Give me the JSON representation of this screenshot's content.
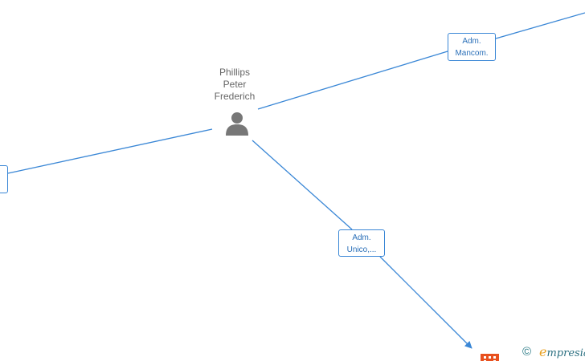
{
  "person": {
    "name_lines": [
      "Phillips",
      "Peter",
      "Frederich"
    ],
    "icon": "person-icon"
  },
  "relations": {
    "mancom": {
      "lines": [
        "Adm.",
        "Mancom."
      ]
    },
    "unico": {
      "lines": [
        "Adm.",
        "Unico,..."
      ]
    },
    "left": {
      "lines": []
    }
  },
  "company_node": {
    "icon": "building-icon",
    "color": "#e8501e"
  },
  "footer": {
    "copyright_symbol": "©",
    "brand_initial": "e",
    "brand_rest": "mpresia"
  },
  "colors": {
    "edge": "#3a87d6",
    "label_text": "#2a6fb8",
    "person_icon": "#777777",
    "person_text": "#666666"
  }
}
